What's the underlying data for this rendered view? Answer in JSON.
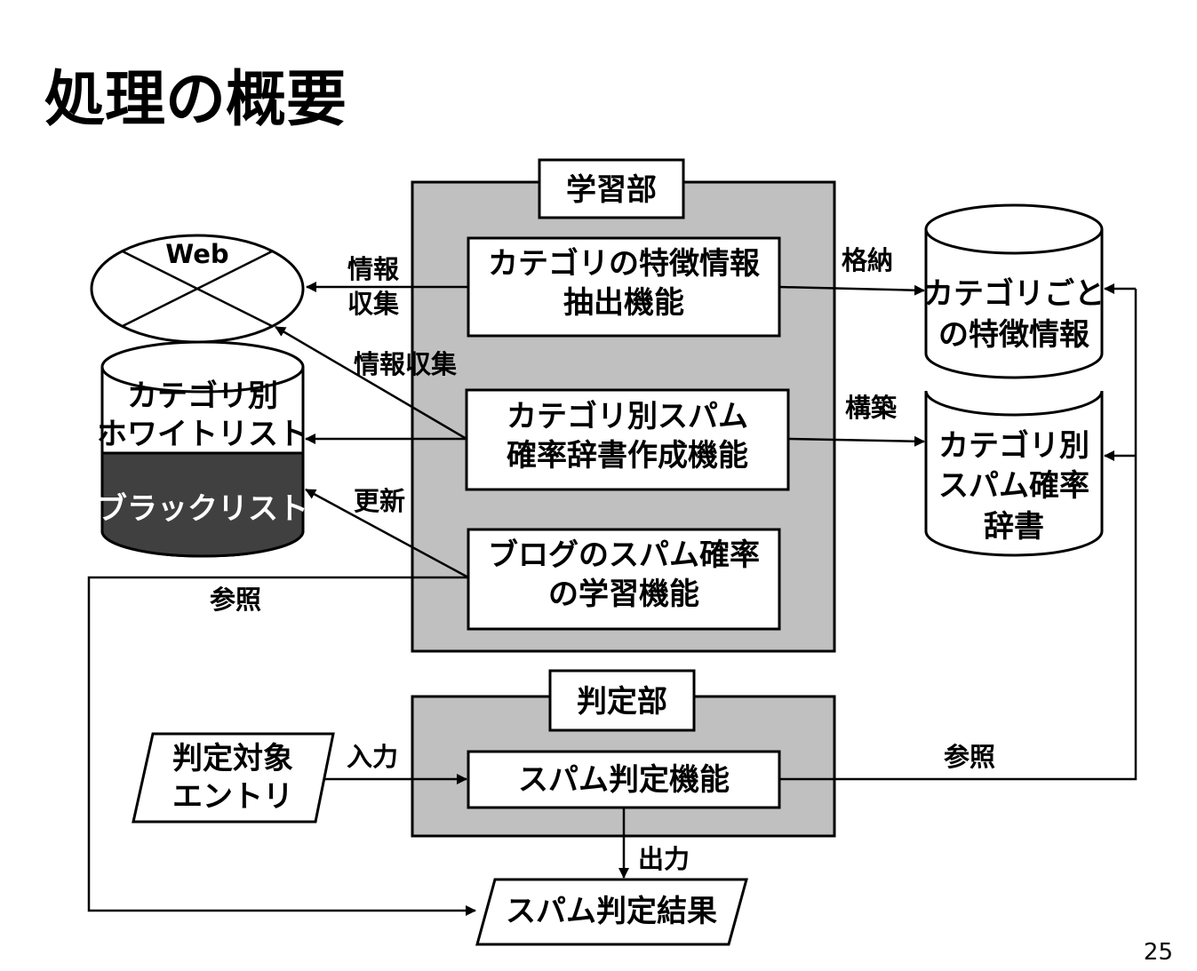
{
  "title": "処理の概要",
  "page_number": "25",
  "colors": {
    "section_fill": "#c0c0c0",
    "blacklist_fill": "#404040",
    "line": "#000000",
    "box_fill": "#ffffff"
  },
  "learning_section": {
    "label": "学習部",
    "feature_extraction": [
      "カテゴリの特徴情報",
      "抽出機能"
    ],
    "dictionary_creation": [
      "カテゴリ別スパム",
      "確率辞書作成機能"
    ],
    "blog_learning": [
      "ブログのスパム確率",
      "の学習機能"
    ]
  },
  "judgment_section": {
    "label": "判定部",
    "spam_judgment": "スパム判定機能"
  },
  "web": {
    "label": "Web"
  },
  "whitelist_db": {
    "lines": [
      "カテゴリ別",
      "ホワイトリスト"
    ],
    "blacklist": "ブラックリスト"
  },
  "feature_db": {
    "lines": [
      "カテゴリごと",
      "の特徴情報"
    ]
  },
  "dictionary_db": {
    "lines": [
      "カテゴリ別",
      "スパム確率",
      "辞書"
    ]
  },
  "target_entry": {
    "lines": [
      "判定対象",
      "エントリ"
    ]
  },
  "result": {
    "label": "スパム判定結果"
  },
  "edge_labels": {
    "info_collect_1": [
      "情報",
      "収集"
    ],
    "info_collect_2": "情報収集",
    "update": "更新",
    "reference_left": "参照",
    "store": "格納",
    "build": "構築",
    "input": "入力",
    "output": "出力",
    "reference_right": "参照"
  }
}
